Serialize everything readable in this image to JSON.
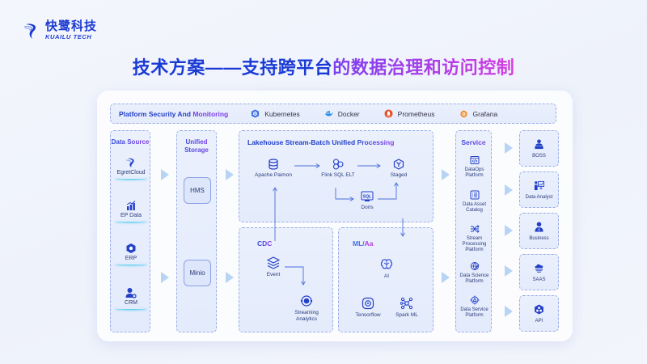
{
  "logo": {
    "name_cn": "快鹭科技",
    "name_en": "KUAILU TECH",
    "icon": "egret-wing-logo"
  },
  "title": {
    "part1": "技术方案——支持跨平台",
    "part2": "的数据治理和访问控制"
  },
  "security_bar": {
    "title_a": "Platform Security And ",
    "title_b": "Monitoring",
    "tools": [
      {
        "label": "Kubernetes",
        "icon": "kubernetes-icon",
        "color": "#3a6fe0"
      },
      {
        "label": "Docker",
        "icon": "docker-icon",
        "color": "#2a8fe6"
      },
      {
        "label": "Prometheus",
        "icon": "prometheus-icon",
        "color": "#e8522a"
      },
      {
        "label": "Grafana",
        "icon": "grafana-icon",
        "color": "#f08a2a"
      }
    ]
  },
  "data_source": {
    "title": "Data Source",
    "items": [
      {
        "label": "EgretCloud",
        "icon": "egret-cloud-icon"
      },
      {
        "label": "EP Data",
        "icon": "bar-chart-icon"
      },
      {
        "label": "ERP",
        "icon": "hexagon-icon"
      },
      {
        "label": "CRM",
        "icon": "user-gear-icon"
      }
    ]
  },
  "unified_storage": {
    "title_line1": "Unified",
    "title_line2": "Storage",
    "items": [
      {
        "label": "HMS"
      },
      {
        "label": "Minio"
      }
    ]
  },
  "lakehouse": {
    "title_a": "Lakehouse Stream-Batch Unified ",
    "title_b": "Processing",
    "nodes": [
      {
        "label": "Apache Paimon",
        "icon": "database-icon"
      },
      {
        "label": "Flink SQL ELT",
        "icon": "flink-circles-icon"
      },
      {
        "label": "Staged",
        "icon": "staged-hexagon-icon"
      },
      {
        "label": "Doris",
        "icon": "sql-icon"
      }
    ]
  },
  "cdc": {
    "title": "CDC",
    "nodes": [
      {
        "label": "Event",
        "icon": "layers-icon"
      },
      {
        "label_line1": "Streaming",
        "label_line2": "Analytics",
        "icon": "orbit-icon"
      }
    ]
  },
  "ml": {
    "title_a": "ML/",
    "title_b": "Aa",
    "nodes": [
      {
        "label": "AI",
        "icon": "brain-icon"
      },
      {
        "label": "Tensorflow",
        "icon": "tensorflow-icon"
      },
      {
        "label": "Spark ML",
        "icon": "network-icon"
      }
    ]
  },
  "service": {
    "title": "Service",
    "items": [
      {
        "line1": "DataOps",
        "line2": "Platform",
        "line3": "",
        "icon": "code-window-icon"
      },
      {
        "line1": "Data Asset",
        "line2": "Catalog",
        "line3": "",
        "icon": "list-icon"
      },
      {
        "line1": "Stream",
        "line2": "Processing",
        "line3": "Platform",
        "icon": "shuffle-icon"
      },
      {
        "line1": "Data Science",
        "line2": "Platform",
        "line3": "",
        "icon": "globe-chart-icon"
      },
      {
        "line1": "Data Service",
        "line2": "Platform",
        "line3": "",
        "icon": "target-icon"
      }
    ]
  },
  "consumers": [
    {
      "label": "BOSS",
      "icon": "presenter-icon"
    },
    {
      "label": "Data Analyst",
      "icon": "analyst-board-icon"
    },
    {
      "label": "Business",
      "icon": "businessman-icon"
    },
    {
      "label": "SAAS",
      "icon": "cloud-server-icon"
    },
    {
      "label": "API",
      "icon": "api-hexagon-icon"
    }
  ],
  "colors": {
    "primary": "#1d3bd1",
    "accent": "#8a3ee8",
    "magenta": "#d43de0",
    "line": "#4a6fd8"
  }
}
